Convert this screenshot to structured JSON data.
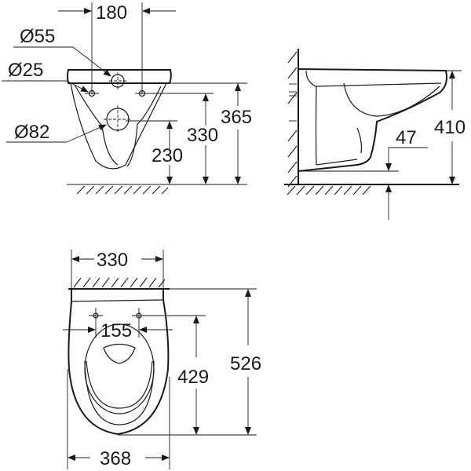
{
  "front_view": {
    "width_between_holes": "180",
    "diameter_upper": "Ø55",
    "diameter_fixing": "Ø25",
    "diameter_outlet": "Ø82",
    "outlet_height": "230",
    "fixing_height": "330",
    "total_height": "365"
  },
  "side_view": {
    "rim_height": "410",
    "outlet_offset": "47"
  },
  "top_view": {
    "wall_width": "330",
    "fixing_spacing": "155",
    "bowl_length_to_fixing": "429",
    "total_length": "526",
    "max_width": "368"
  },
  "colors": {
    "line": "#1a1a1a",
    "background": "#ffffff"
  }
}
